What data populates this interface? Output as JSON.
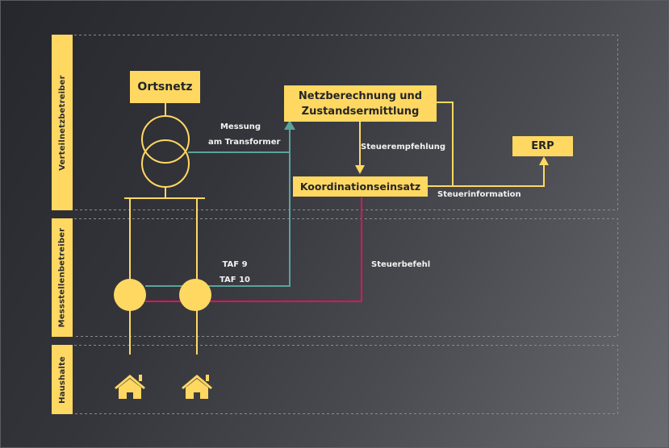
{
  "lanes": [
    {
      "label": "Verteilnetzbetreiber"
    },
    {
      "label": "Messstellenbetreiber"
    },
    {
      "label": "Haushalte"
    }
  ],
  "nodes": {
    "ortsnetz": "Ortsnetz",
    "netzberechnung_line1": "Netzberechnung und",
    "netzberechnung_line2": "Zustandsermittlung",
    "koordination": "Koordinationseinsatz",
    "erp": "ERP"
  },
  "edge_labels": {
    "messung_line1": "Messung",
    "messung_line2": "am Transformer",
    "steuerempfehlung": "Steuerempfehlung",
    "steuerinformation": "Steuerinformation",
    "steuerbefehl": "Steuerbefehl",
    "taf9": "TAF 9",
    "taf10": "TAF 10"
  },
  "households": [
    {
      "icon": "house-icon"
    },
    {
      "icon": "house-icon"
    }
  ],
  "colors": {
    "accent_yellow": "#ffd862",
    "measurement_teal": "#5aa39a",
    "command_magenta": "#e0115f",
    "text_light": "#f2f2f2",
    "text_dark": "#24252a"
  }
}
